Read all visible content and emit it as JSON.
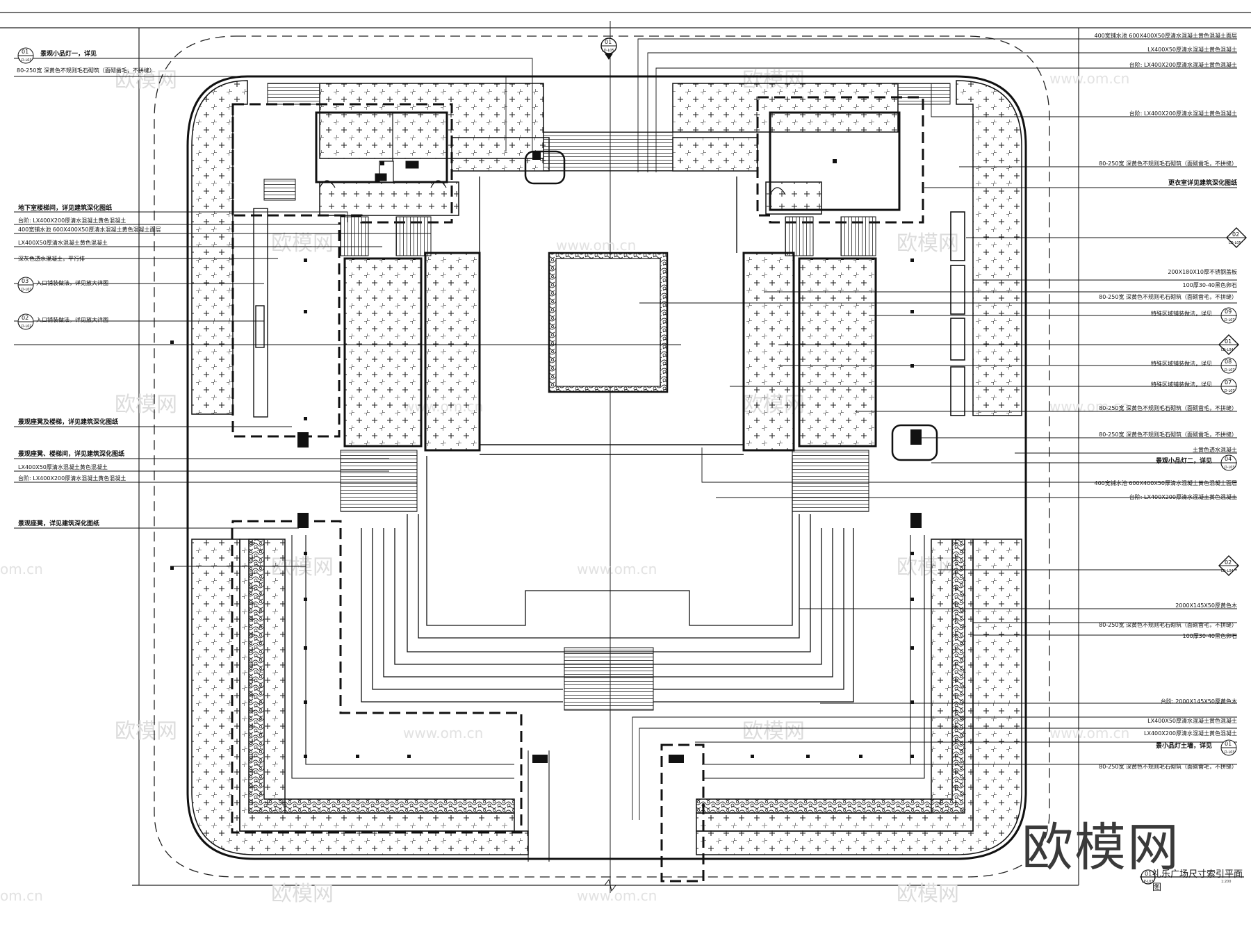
{
  "title": "礼乐广场尺寸索引平面图",
  "scale_note": "1:200",
  "logo_text": "欧模网",
  "watermarks": [
    "欧模网",
    "www.om.cn",
    "om.cn"
  ],
  "left_callouts": [
    {
      "text": "景观小品灯一，详见",
      "ref_top": "01",
      "ref_bottom": "LD-L03"
    },
    {
      "text": "80-250宽 深黄色不规则毛石砌筑（面砌凿毛，不拼缝）"
    },
    {
      "text": "地下室楼梯间，详见建筑深化图纸"
    },
    {
      "text": "台阶: LX400X200厚清水混凝土黄色混凝土"
    },
    {
      "text": "400宽铺水池 600X400X50厚清水混凝土黄色混凝土面层"
    },
    {
      "text": "LX400X50厚清水混凝土黄色混凝土"
    },
    {
      "text": "深灰色透水混凝土，平行排"
    },
    {
      "text": "入口铺装做法，详见放大详图",
      "ref_top": "03",
      "ref_bottom": "LD-L02"
    },
    {
      "text": "入口铺装做法，详见放大详图",
      "ref_top": "02",
      "ref_bottom": "LD-L02"
    },
    {
      "text": "景观座凳及楼梯，详见建筑深化图纸"
    },
    {
      "text": "景观座凳、楼梯间，详见建筑深化图纸"
    },
    {
      "text": "LX400X50厚清水混凝土黄色混凝土"
    },
    {
      "text": "台阶: LX400X200厚清水混凝土黄色混凝土"
    },
    {
      "text": "景观座凳，详见建筑深化图纸"
    }
  ],
  "right_callouts": [
    {
      "text": "400宽铺水池 600X400X50厚清水混凝土黄色混凝土面层"
    },
    {
      "text": "LX400X50厚清水混凝土黄色混凝土"
    },
    {
      "text": "台阶: LX400X200厚清水混凝土黄色混凝土"
    },
    {
      "text": "台阶: LX400X200厚清水混凝土黄色混凝土"
    },
    {
      "text": "80-250宽 深黄色不规则毛石砌筑（面砌凿毛，不拼缝）"
    },
    {
      "text": "更衣室详见建筑深化图纸"
    },
    {
      "text": "",
      "ref_top": "02",
      "ref_bottom": "LD-L05"
    },
    {
      "text": "200X180X10厚不锈钢盖板"
    },
    {
      "text": "100厚30-40黑色卵石"
    },
    {
      "text": "80-250宽 深黄色不规则毛石砌筑（面砌凿毛，不拼缝）"
    },
    {
      "text": "特殊区域铺装做法，详见",
      "ref_top": "09",
      "ref_bottom": "LD-L07"
    },
    {
      "text": "",
      "ref_top": "01",
      "ref_bottom": "LD-L04"
    },
    {
      "text": "特殊区域铺装做法，详见",
      "ref_top": "08",
      "ref_bottom": "LD-L07"
    },
    {
      "text": "特殊区域铺装做法，详见",
      "ref_top": "07",
      "ref_bottom": "LD-L07"
    },
    {
      "text": "80-250宽 深黄色不规则毛石砌筑（面砌凿毛，不拼缝）"
    },
    {
      "text": "80-250宽 深黄色不规则毛石砌筑（面砌凿毛，不拼缝）"
    },
    {
      "text": "土黄色透水混凝土"
    },
    {
      "text": "景观小品灯二，详见",
      "ref_top": "04",
      "ref_bottom": "LD-L03"
    },
    {
      "text": "400宽铺水池 600X400X50厚清水混凝土黄色混凝土面层"
    },
    {
      "text": "台阶: LX400X200厚清水混凝土黄色混凝土"
    },
    {
      "text": "",
      "ref_top": "02",
      "ref_bottom": "LD-L04"
    },
    {
      "text": "2000X145X50厚黄色木"
    },
    {
      "text": "80-250宽 深黄色不规则毛石砌筑（面砌凿毛，不拼缝）"
    },
    {
      "text": "100厚30-40黑色卵石"
    },
    {
      "text": "台阶: 2000X145X50厚黄色木"
    },
    {
      "text": "LX400X50厚清水混凝土黄色混凝土"
    },
    {
      "text": "LX400X200厚清水混凝土黄色混凝土"
    },
    {
      "text": "景小品灯土墙，详见",
      "ref_top": "01",
      "ref_bottom": "LD-L03"
    },
    {
      "text": "80-250宽 深黄色不规则毛石砌筑（面砌凿毛，不拼缝）"
    }
  ],
  "top_marker": {
    "ref_top": "01",
    "ref_bottom": "LD-L05"
  },
  "bottom_marker": {
    "ref_top": "01",
    "ref_bottom": "LP-L03"
  }
}
